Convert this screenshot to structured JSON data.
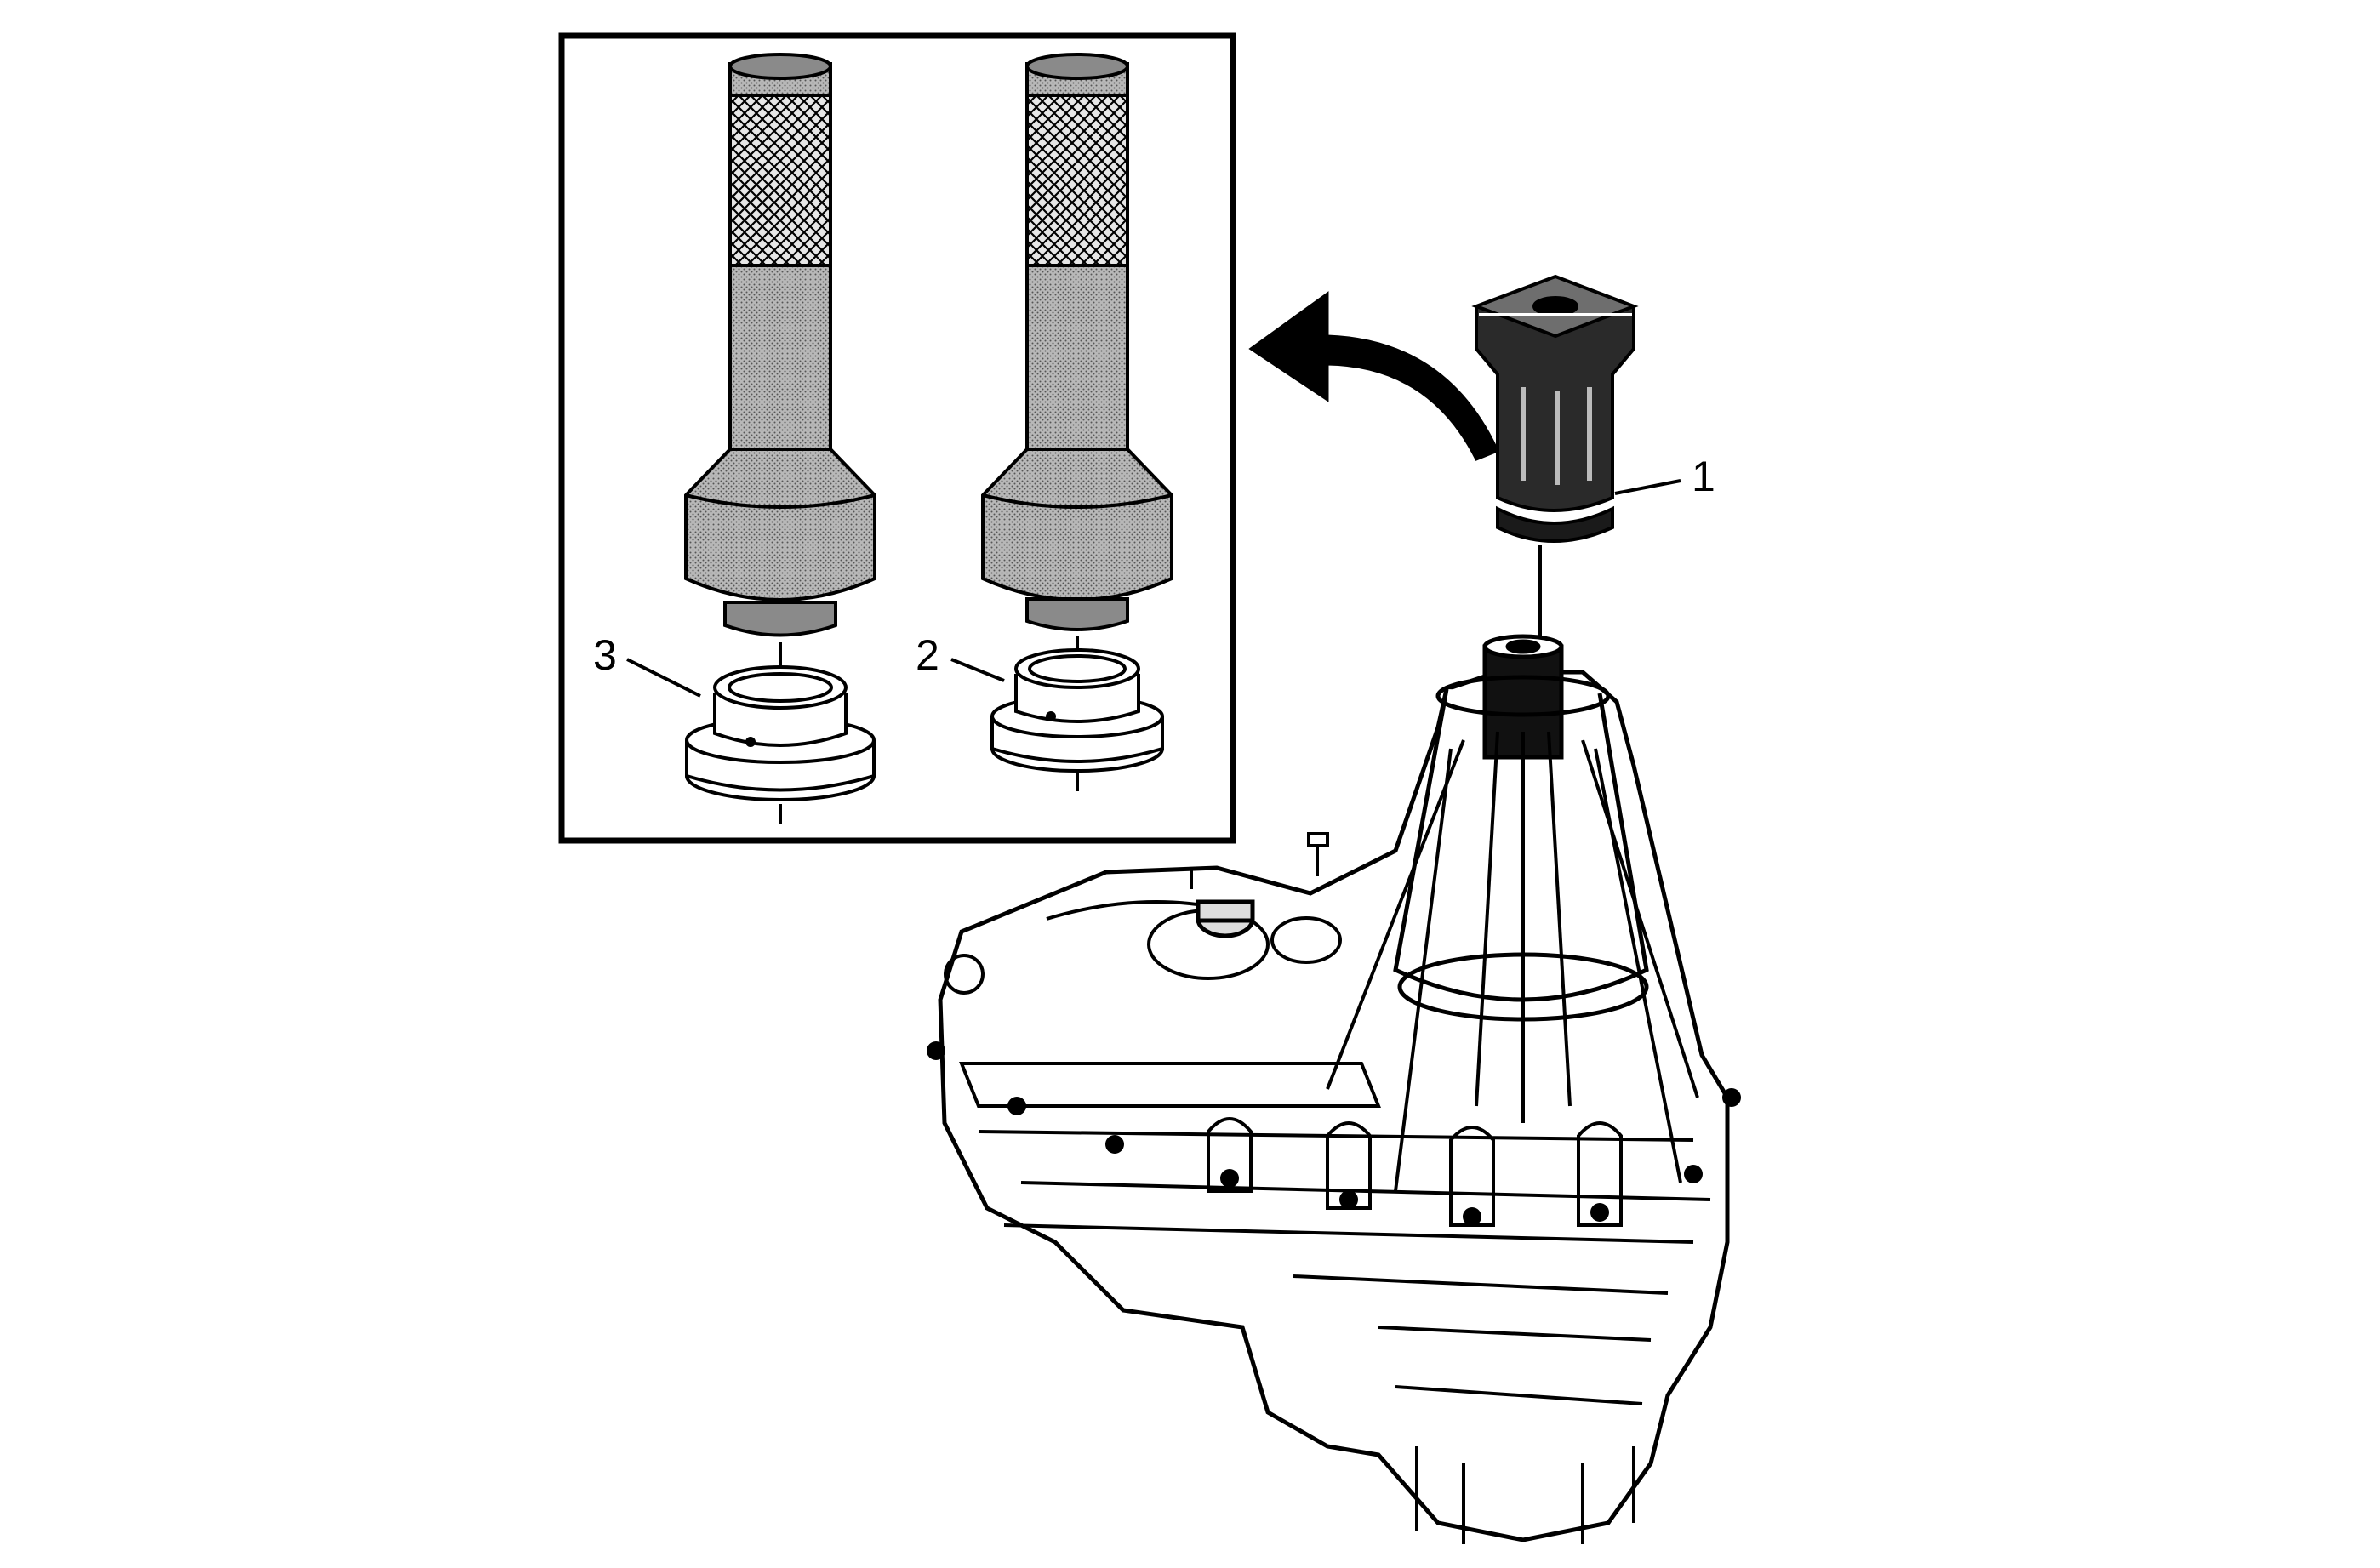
{
  "callouts": [
    {
      "id": "1",
      "label": "1"
    },
    {
      "id": "2",
      "label": "2"
    },
    {
      "id": "3",
      "label": "3"
    }
  ],
  "colors": {
    "line": "#000000",
    "background": "#ffffff",
    "tool_shading": "#bdbdbd",
    "dark_part": "#1a1a1a"
  }
}
